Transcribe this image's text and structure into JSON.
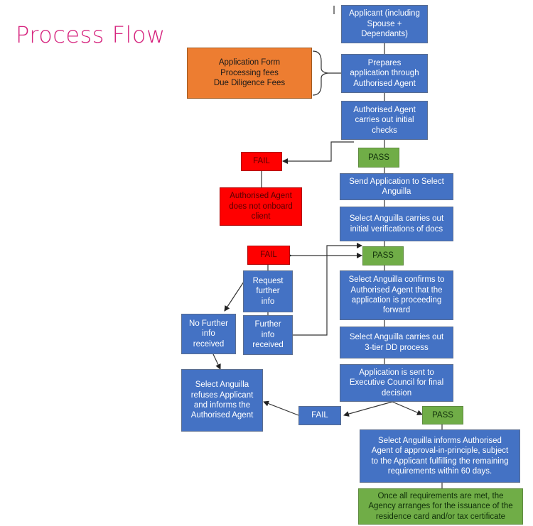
{
  "title": "Process Flow",
  "nodes": {
    "applicant": "Applicant (including\nSpouse +\nDependants)",
    "fees": "Application Form\nProcessing fees\nDue Diligence Fees",
    "prepares": "Prepares\napplication through\nAuthorised Agent",
    "initial_checks": "Authorised Agent\ncarries out initial\nchecks",
    "pass1": "PASS",
    "fail1": "FAIL",
    "not_onboard": "Authorised Agent\ndoes not onboard\nclient",
    "send_app": "Send Application to Select\nAnguilla",
    "verifications": "Select Anguilla carries out\ninitial verifications of docs",
    "fail2": "FAIL",
    "pass2": "PASS",
    "request_info": "Request\nfurther\ninfo",
    "no_further": "No Further\ninfo\nreceived",
    "further_received": "Further\ninfo\nreceived",
    "confirms": "Select Anguilla confirms to\nAuthorised Agent that the\napplication is proceeding\nforward",
    "dd_process": "Select Anguilla carries out\n3-tier DD process",
    "exec_council": "Application is sent to\nExecutive Council for final\ndecision",
    "refuses": "Select Anguilla\nrefuses Applicant\nand informs the\nAuthorised Agent",
    "fail3": "FAIL",
    "pass3": "PASS",
    "approval": "Select Anguilla informs Authorised\nAgent of approval-in-principle, subject\nto the Applicant fulfilling the remaining\nrequirements within 60 days.",
    "final": "Once all requirements are met, the\nAgency arranges for the issuance of the\nresidence card and/or tax certificate"
  }
}
